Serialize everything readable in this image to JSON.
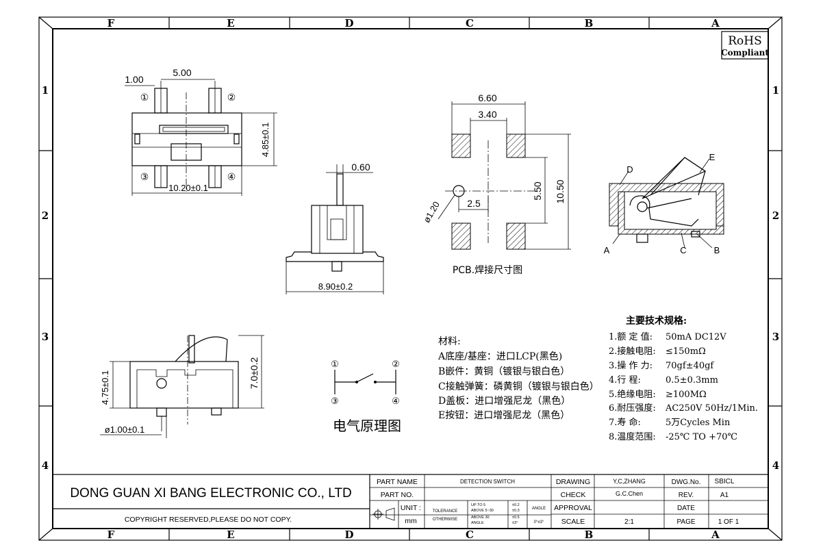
{
  "frame": {
    "col_labels": [
      "F",
      "E",
      "D",
      "C",
      "B",
      "A"
    ],
    "row_labels": [
      "1",
      "2",
      "3",
      "4"
    ]
  },
  "rohs": {
    "line1": "RoHS",
    "line2": "Compliant"
  },
  "top_view": {
    "dim_pin_width": "1.00",
    "dim_pitch": "5.00",
    "dim_width": "10.20±0.1",
    "dim_height": "4.85±0.1",
    "pin_labels": [
      "①",
      "②",
      "③",
      "④"
    ]
  },
  "side_view": {
    "dim_pin": "0.60",
    "dim_width": "8.90±0.2"
  },
  "pcb_layout": {
    "dim_outer": "6.60",
    "dim_inner": "3.40",
    "dim_hole": "ø1.20",
    "dim_offset": "2.5",
    "dim_mid": "5.50",
    "dim_total": "10.50",
    "caption": "PCB.焊接尺寸图"
  },
  "section_view": {
    "labels": [
      "A",
      "B",
      "C",
      "D",
      "E"
    ]
  },
  "front_view": {
    "dim_height": "4.75±0.1",
    "dim_total": "7.0±0.2",
    "dim_peg": "ø1.00±0.1"
  },
  "circuit": {
    "terminals": [
      "①",
      "②",
      "③",
      "④"
    ],
    "caption": "电气原理图"
  },
  "materials": {
    "title": "材料:",
    "items": [
      "A底座/基座：进口LCP(黑色)",
      "B嵌件：黄铜（镀银与银白色）",
      "C接触弹簧：磷黄铜（镀银与银白色）",
      "D盖板：进口增强尼龙（黑色）",
      "E按钮：进口增强尼龙（黑色）"
    ]
  },
  "specs": {
    "title": "主要技术规格:",
    "items": [
      {
        "label": "1.额 定 值:",
        "value": "50mA DC12V"
      },
      {
        "label": "2.接触电阻:",
        "value": "≤150mΩ"
      },
      {
        "label": "3.操 作 力:",
        "value": "70gf±40gf"
      },
      {
        "label": "4.行    程:",
        "value": "0.5±0.3mm"
      },
      {
        "label": "5.绝缘电阻:",
        "value": "≥100MΩ"
      },
      {
        "label": "6.耐压强度:",
        "value": "AC250V 50Hz/1Min."
      },
      {
        "label": "7.寿    命:",
        "value": "5万Cycles Min"
      },
      {
        "label": "8.温度范围:",
        "value": "-25℃ TO +70℃"
      }
    ]
  },
  "title_block": {
    "company": "DONG GUAN XI BANG ELECTRONIC CO., LTD",
    "copyright": "COPYRIGHT RESERVED,PLEASE DO NOT COPY.",
    "part_name_label": "PART NAME",
    "part_name": "DETECTION SWITCH",
    "part_no_label": "PART NO.",
    "part_no": "",
    "unit_label": "UNIT :",
    "unit": "mm",
    "tolerance_label": "TOLERANCE",
    "otherwise_label": "OTHERWISE",
    "tol_rows": [
      {
        "range": "UP TO 5",
        "value": "±0.2"
      },
      {
        "range": "ABOVE 5~30",
        "value": "±0.3"
      },
      {
        "range": "ABOVE 30",
        "value": "±0.5"
      },
      {
        "range": "ANGLE",
        "value": "±3°"
      }
    ],
    "angle_label": "ANGLE",
    "angle_value": "0°±3°",
    "drawing_label": "DRAWING",
    "drawing": "Y,C,ZHANG",
    "check_label": "CHECK",
    "check": "G.C.Chen",
    "approval_label": "APPROVAL",
    "approval": "",
    "scale_label": "SCALE",
    "scale": "2:1",
    "dwg_no_label": "DWG.No.",
    "dwg_no": "SBICL",
    "rev_label": "REV.",
    "rev": "A1",
    "date_label": "DATE",
    "date": "",
    "page_label": "PAGE",
    "page": "1 OF 1"
  }
}
